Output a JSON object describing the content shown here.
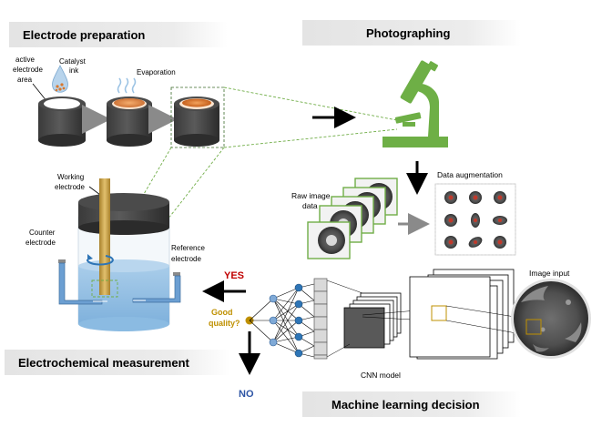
{
  "sections": {
    "electrode_preparation": "Electrode preparation",
    "photographing": "Photographing",
    "electrochemical_measurement": "Electrochemical measurement",
    "machine_learning_decision": "Machine learning decision"
  },
  "labels": {
    "active_electrode_area": [
      "active",
      "electrode",
      "area"
    ],
    "catalyst_ink": [
      "Catalyst",
      "ink"
    ],
    "evaporation": "Evaporation",
    "working_electrode": [
      "Working",
      "electrode"
    ],
    "counter_electrode": [
      "Counter",
      "electrode"
    ],
    "reference_electrode": [
      "Reference",
      "electrode"
    ],
    "data_augmentation": "Data augmentation",
    "raw_image_data": [
      "Raw image",
      "data"
    ],
    "image_input": "Image input",
    "cnn_model": "CNN model",
    "yes": "YES",
    "no": "NO",
    "good_quality": [
      "Good",
      "quality?"
    ]
  },
  "colors": {
    "header_bg": "#e6e6e6",
    "microscope_green": "#6eaf46",
    "liquid_blue": "#9dc3e6",
    "yes_red": "#c00000",
    "no_blue": "#2e55a5",
    "decision_gold": "#bf9000",
    "node_blue": "#2e75b6",
    "rod_gold": "#c8a145",
    "dashed_green": "#70ad47"
  }
}
